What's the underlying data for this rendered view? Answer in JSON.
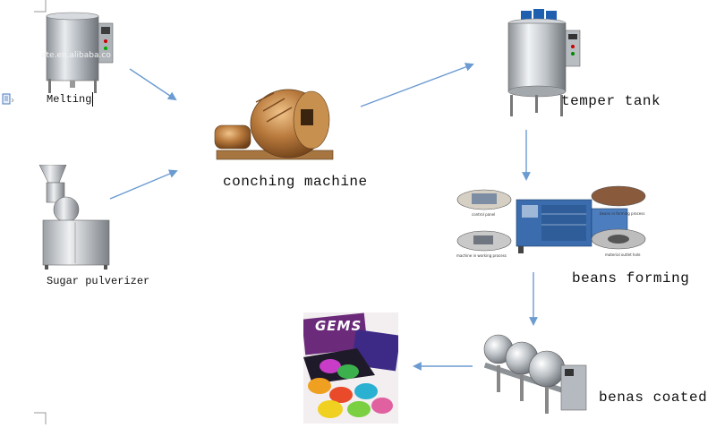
{
  "steps": {
    "melting": "Melting",
    "sugar": "Sugar pulverizer",
    "conching": "conching machine",
    "temper": "temper tank",
    "forming": "beans forming",
    "coated": "benas coated"
  },
  "watermark": "ate.en.alibaba.co",
  "forming_thumbs": {
    "control": "control panel",
    "beans": "beans in forming process",
    "working": "machine in working process",
    "outlet": "material outlet hole"
  },
  "product": {
    "brand": "GEMS"
  },
  "colors": {
    "arrow": "#6b9bd1",
    "steel": "#bfc3c8",
    "copper": "#a86a35",
    "blue_machine": "#3a6cae"
  }
}
